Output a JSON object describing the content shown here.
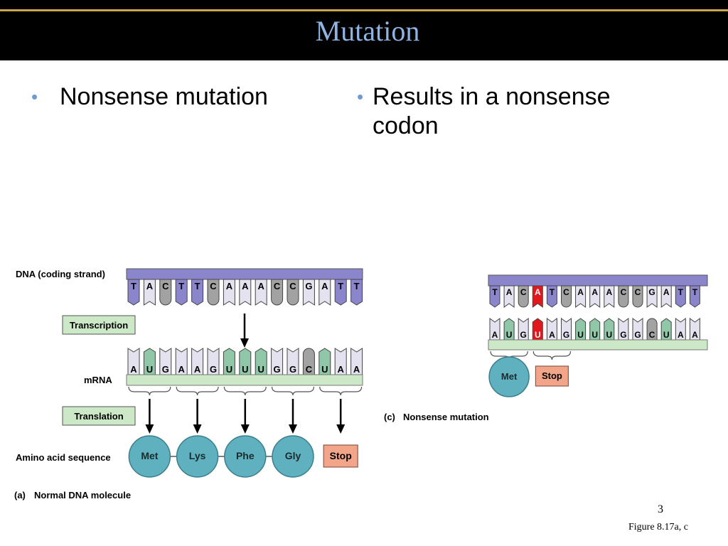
{
  "slide": {
    "title": "Mutation",
    "bullet_left": "Nonsense mutation",
    "bullet_right": "Results in a nonsense codon",
    "slide_number": "3",
    "figure_ref": "Figure 8.17a, c"
  },
  "figure_a": {
    "dna_label": "DNA (coding strand)",
    "dna_bases": [
      "T",
      "A",
      "C",
      "T",
      "T",
      "C",
      "A",
      "A",
      "A",
      "C",
      "C",
      "G",
      "A",
      "T",
      "T"
    ],
    "transcription_label": "Transcription",
    "mrna_label": "mRNA",
    "mrna_bases": [
      "A",
      "U",
      "G",
      "A",
      "A",
      "G",
      "U",
      "U",
      "U",
      "G",
      "G",
      "C",
      "U",
      "A",
      "A"
    ],
    "translation_label": "Translation",
    "amino_label": "Amino acid sequence",
    "amino_acids": [
      "Met",
      "Lys",
      "Phe",
      "Gly"
    ],
    "stop_label": "Stop",
    "caption_letter": "(a)",
    "caption": "Normal DNA molecule"
  },
  "figure_c": {
    "dna_bases": [
      "T",
      "A",
      "C",
      "A",
      "T",
      "C",
      "A",
      "A",
      "A",
      "C",
      "C",
      "G",
      "A",
      "T",
      "T"
    ],
    "mrna_bases": [
      "A",
      "U",
      "G",
      "U",
      "A",
      "G",
      "U",
      "U",
      "U",
      "G",
      "G",
      "C",
      "U",
      "A",
      "A"
    ],
    "mutated_index": 3,
    "amino_acid": "Met",
    "stop_label": "Stop",
    "caption_letter": "(c)",
    "caption": "Nonsense mutation"
  },
  "colors": {
    "dna_backbone": "#8b86cc",
    "mrna_backbone": "#cde8c6",
    "purine_fill": "#e4e2ef",
    "t_fill": "#8b86cc",
    "c_fill": "#a2a2a2",
    "u_fill": "#8fc7a8",
    "mutation_fill": "#e0191f",
    "amino_fill": "#5fb1bf",
    "stop_fill": "#f3a58a",
    "label_box_fill": "#cde8c6"
  }
}
